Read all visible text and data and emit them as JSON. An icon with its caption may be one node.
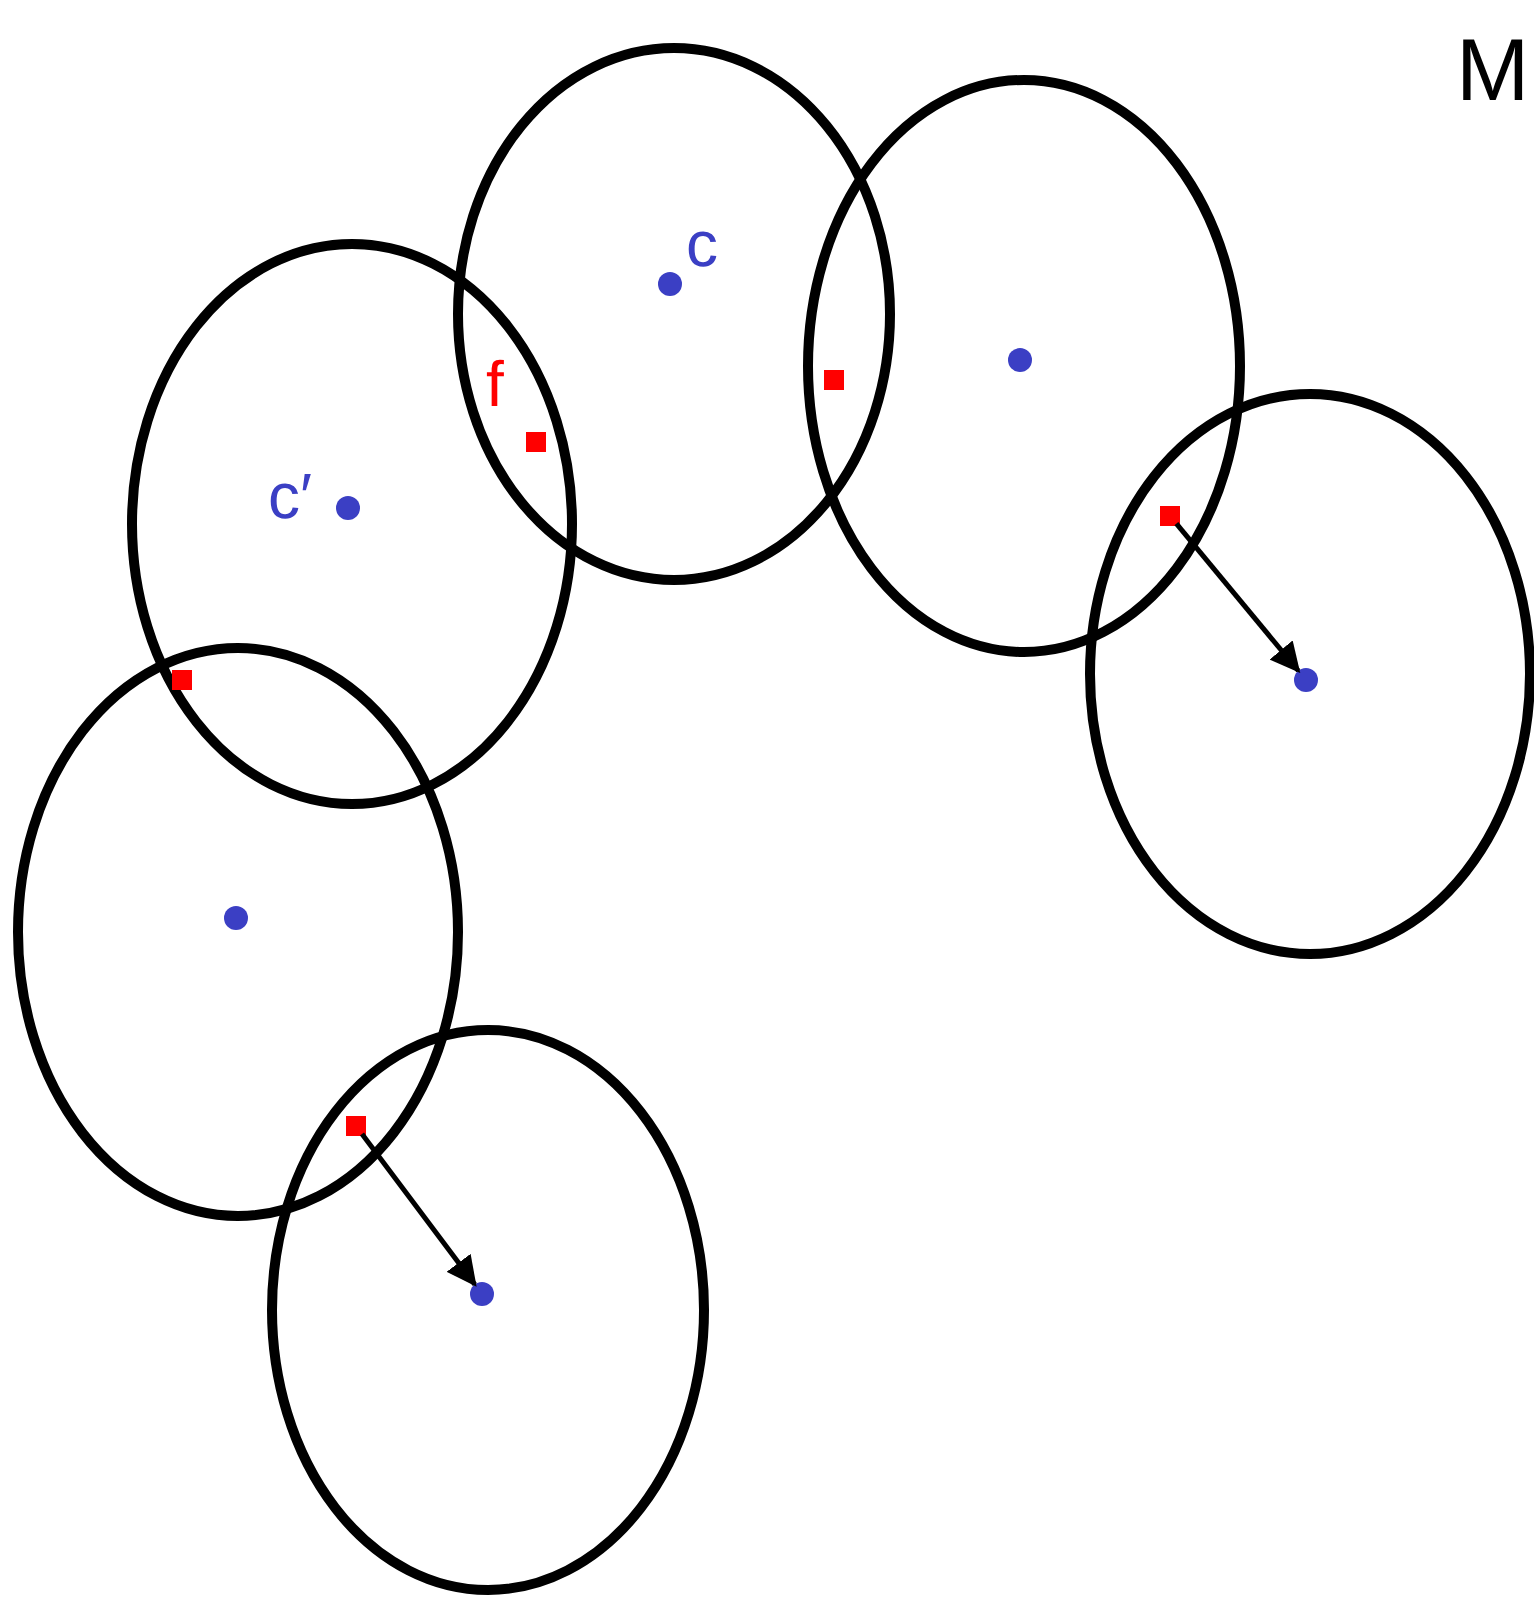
{
  "diagram": {
    "nodes": [
      {
        "text": [],
        "shape": "circle"
      },
      {
        "text": [],
        "shape": "circle"
      },
      {
        "text": [],
        "shape": "circle"
      },
      {
        "text": [],
        "shape": "circle"
      },
      {
        "text": [],
        "shape": "circle"
      },
      {
        "text": [],
        "shape": "circle"
      },
      {
        "text": [],
        "shape": "circle",
        "in": 0,
        "beside": [
          "c"
        ]
      },
      {
        "text": [],
        "shape": "circle",
        "in": 1
      },
      {
        "text": [],
        "shape": "circle",
        "in": 2,
        "beside": [
          "c′"
        ]
      },
      {
        "text": [],
        "shape": "circle",
        "in": 3
      },
      {
        "text": [],
        "shape": "circle",
        "in": 4
      },
      {
        "text": [],
        "shape": "circle",
        "in": 5
      },
      {
        "text": [],
        "shape": "box",
        "beside": [
          "f"
        ]
      },
      {
        "text": [],
        "shape": "box"
      },
      {
        "text": [],
        "shape": "box"
      },
      {
        "text": [],
        "shape": "box"
      },
      {
        "text": [],
        "shape": "box"
      }
    ],
    "edges": [
      {
        "from": 14,
        "to": 9,
        "arrow": "to"
      },
      {
        "from": 16,
        "to": 11,
        "arrow": "to"
      }
    ],
    "labels": [
      "M"
    ]
  }
}
